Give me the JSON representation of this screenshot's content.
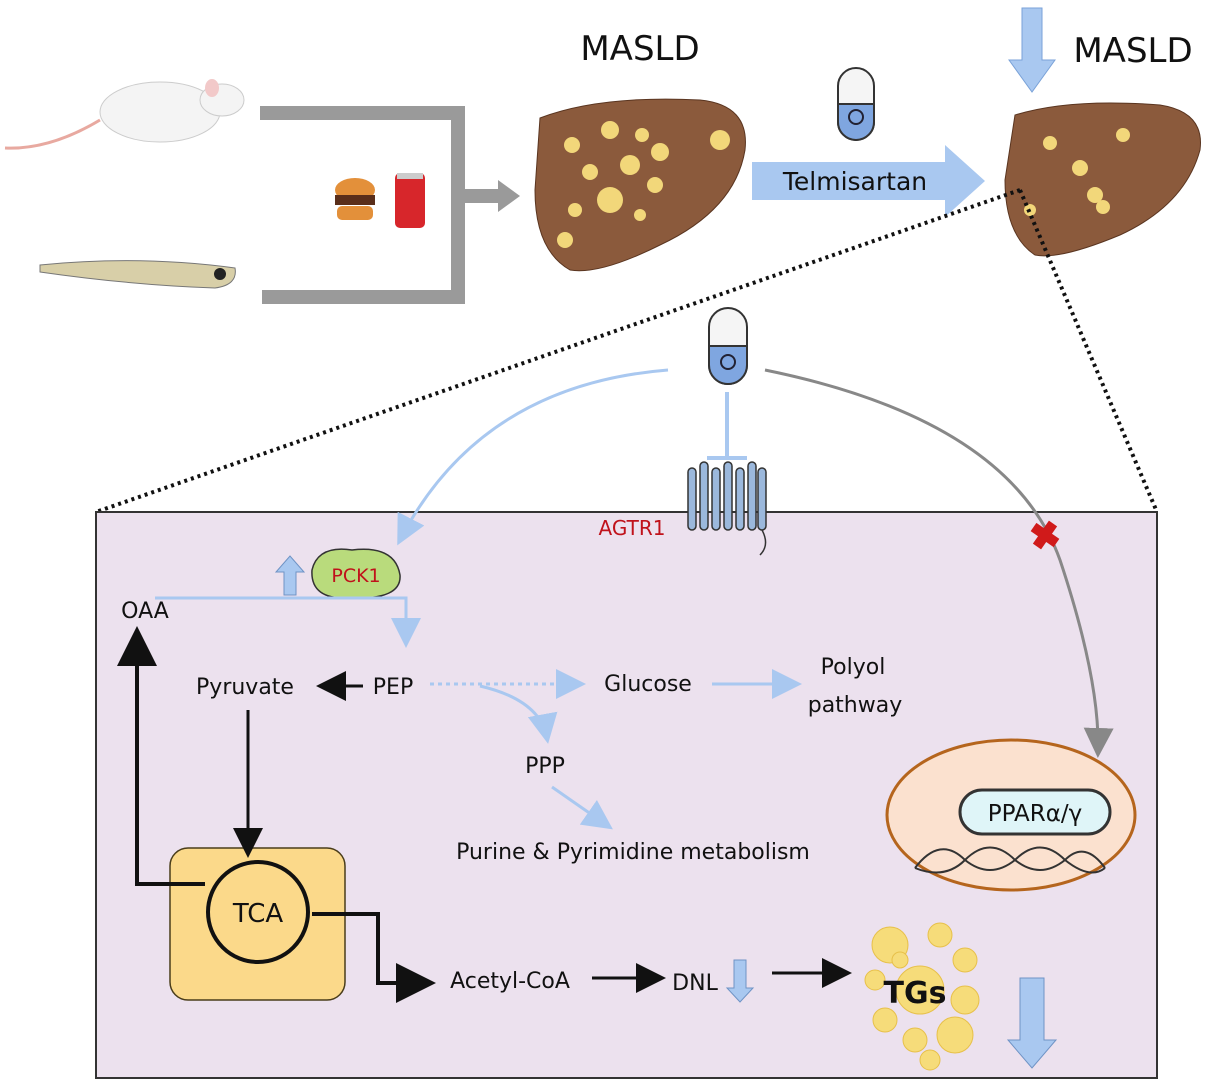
{
  "top": {
    "masld_left": "MASLD",
    "masld_right": "MASLD",
    "drug_label": "Telmisartan"
  },
  "cell": {
    "receptor": "AGTR1",
    "enzyme": "PCK1",
    "oaa": "OAA",
    "pyruvate": "Pyruvate",
    "pep": "PEP",
    "glucose": "Glucose",
    "polyol_line1": "Polyol",
    "polyol_line2": "pathway",
    "ppp": "PPP",
    "purine": "Purine & Pyrimidine metabolism",
    "ppar": "PPARα/γ",
    "tca": "TCA",
    "acetyl_coa": "Acetyl-CoA",
    "dnl": "DNL",
    "tgs": "TGs"
  },
  "colors": {
    "cell_bg": "#ece1ee",
    "blue_arrow": "#a9c8f0",
    "liver": "#8b5a3c",
    "fat": "#f2d77a",
    "red_label": "#c0121b",
    "tca_box": "#fbd98a",
    "nucleus": "#fbe1cf"
  }
}
